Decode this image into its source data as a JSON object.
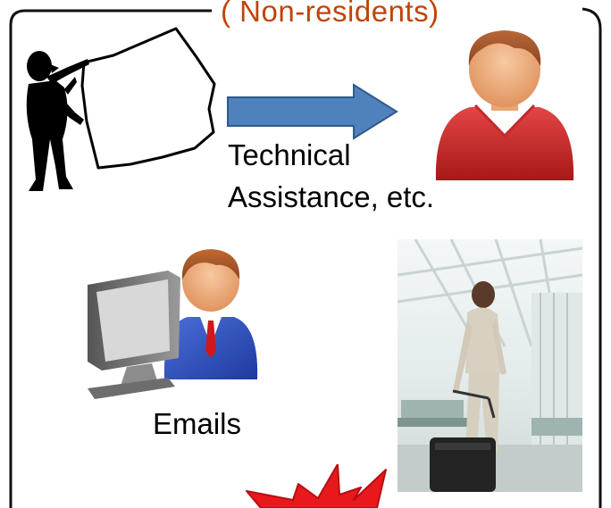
{
  "header": {
    "title": "( Non-residents)"
  },
  "labels": {
    "technical_line1": "Technical",
    "technical_line2": "Assistance, etc.",
    "emails": "Emails"
  },
  "colors": {
    "title": "#c0440a",
    "arrow_fill": "#4f81bd",
    "arrow_stroke": "#2e5a8a",
    "starburst": "#e8191c"
  },
  "icons": [
    "presenter-silhouette-icon",
    "arrow-right-icon",
    "person-red-shirt-icon",
    "person-at-computer-icon",
    "traveler-photo",
    "starburst-icon"
  ]
}
